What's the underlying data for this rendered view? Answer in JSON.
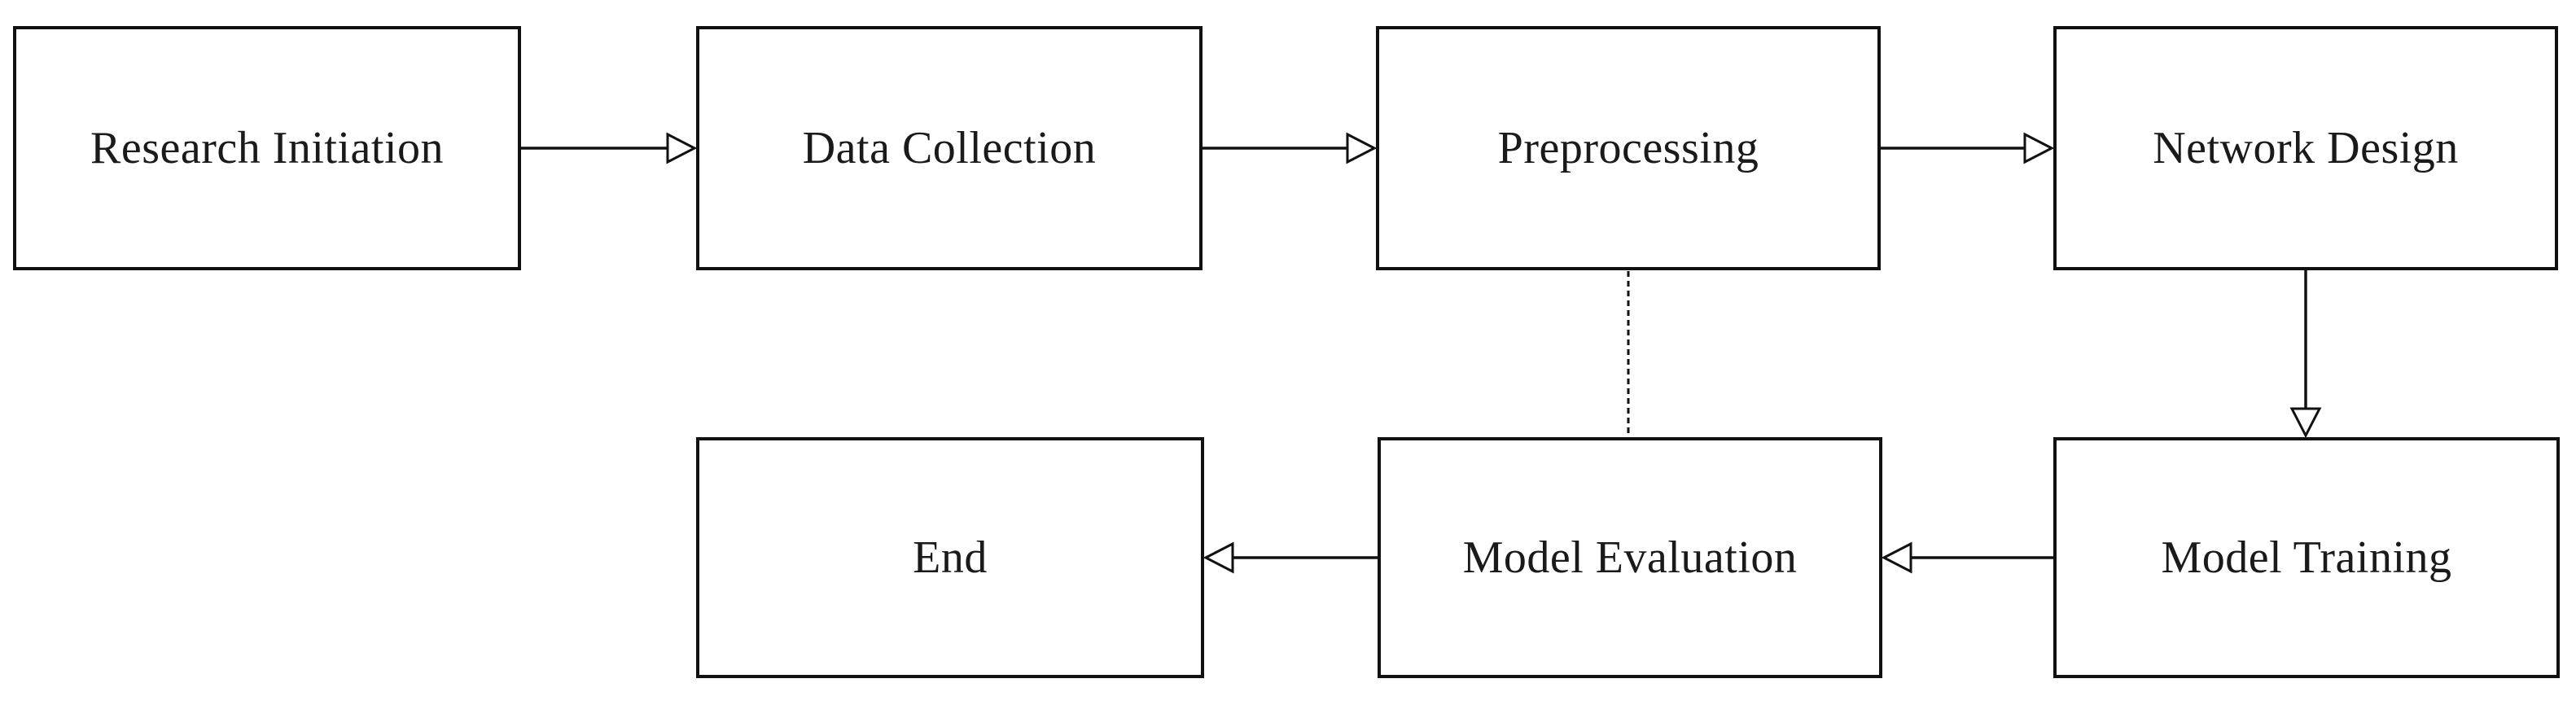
{
  "diagram": {
    "type": "flowchart",
    "background_color": "#ffffff",
    "stroke_color": "#111111",
    "text_color": "#1a1a1a",
    "nodes": [
      {
        "id": "research-initiation",
        "label": "Research Initiation",
        "row": "top"
      },
      {
        "id": "data-collection",
        "label": "Data Collection",
        "row": "top"
      },
      {
        "id": "preprocessing",
        "label": "Preprocessing",
        "row": "top"
      },
      {
        "id": "network-design",
        "label": "Network Design",
        "row": "top"
      },
      {
        "id": "end",
        "label": "End",
        "row": "bottom"
      },
      {
        "id": "model-evaluation",
        "label": "Model Evaluation",
        "row": "bottom"
      },
      {
        "id": "model-training",
        "label": "Model Training",
        "row": "bottom"
      }
    ],
    "edges": [
      {
        "from": "Research Initiation",
        "to": "Data Collection",
        "style": "solid",
        "arrowhead": "open-triangle-right"
      },
      {
        "from": "Data Collection",
        "to": "Preprocessing",
        "style": "solid",
        "arrowhead": "open-triangle-right"
      },
      {
        "from": "Preprocessing",
        "to": "Network Design",
        "style": "solid",
        "arrowhead": "open-triangle-right"
      },
      {
        "from": "Network Design",
        "to": "Model Training",
        "style": "solid",
        "arrowhead": "open-triangle-down"
      },
      {
        "from": "Model Training",
        "to": "Model Evaluation",
        "style": "solid",
        "arrowhead": "open-triangle-left"
      },
      {
        "from": "Model Evaluation",
        "to": "End",
        "style": "solid",
        "arrowhead": "open-triangle-left"
      },
      {
        "from": "Preprocessing",
        "to": "Model Evaluation",
        "style": "dashed",
        "arrowhead": "none"
      }
    ]
  }
}
